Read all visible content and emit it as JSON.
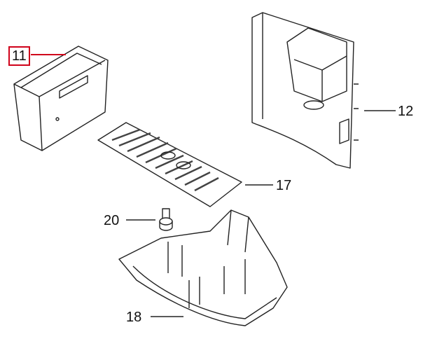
{
  "parts": [
    {
      "id": "water-tank",
      "number": "11",
      "highlighted": true
    },
    {
      "id": "dispenser-unit",
      "number": "12"
    },
    {
      "id": "drip-grid",
      "number": "17"
    },
    {
      "id": "drip-tray",
      "number": "18"
    },
    {
      "id": "float-pin",
      "number": "20"
    }
  ],
  "colors": {
    "highlight": "#d0021b",
    "line": "#222222"
  }
}
